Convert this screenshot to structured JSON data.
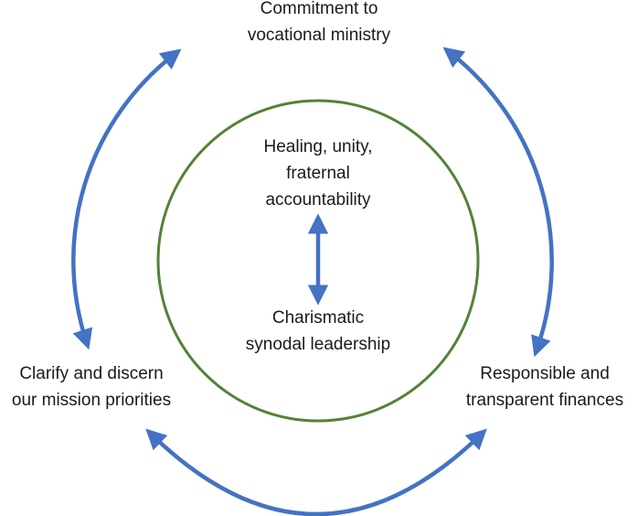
{
  "diagram": {
    "colors": {
      "arrow": "#4472c4",
      "circle": "#548235",
      "text": "#1a1a1a",
      "background": "#ffffff"
    },
    "outer_labels": {
      "top": [
        "Commitment to",
        "vocational ministry"
      ],
      "left": [
        "Clarify and discern",
        "our mission priorities"
      ],
      "right": [
        "Responsible and",
        "transparent finances"
      ]
    },
    "inner_labels": {
      "top": [
        "Healing, unity,",
        "fraternal",
        "accountability"
      ],
      "bottom": [
        "Charismatic",
        "synodal leadership"
      ]
    },
    "connections": [
      {
        "from": "top",
        "to": "left",
        "type": "double-headed-arrow"
      },
      {
        "from": "top",
        "to": "right",
        "type": "double-headed-arrow"
      },
      {
        "from": "left",
        "to": "right",
        "type": "double-headed-arrow"
      },
      {
        "from": "inner_top",
        "to": "inner_bottom",
        "type": "double-headed-arrow"
      }
    ]
  }
}
